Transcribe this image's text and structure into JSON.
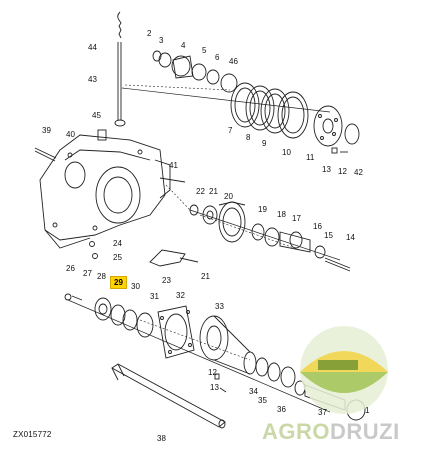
{
  "reference_code": "ZX015772",
  "highlighted_part": "29",
  "brand": {
    "part1": "AGRO",
    "part2": "DRUZI"
  },
  "colors": {
    "line": "#222222",
    "highlight": "#ffd200",
    "logo_green": "#9cc04a",
    "logo_yellow": "#f2d23a"
  },
  "callouts": {
    "c44": "44",
    "c43": "43",
    "c45": "45",
    "c40": "40",
    "c39": "39",
    "c2": "2",
    "c3": "3",
    "c4": "4",
    "c5": "5",
    "c6": "6",
    "c46": "46",
    "c7": "7",
    "c8": "8",
    "c9": "9",
    "c10": "10",
    "c11": "11",
    "c13": "13",
    "c12": "12",
    "c42": "42",
    "c41": "41",
    "c22": "22",
    "c21": "21",
    "c20": "20",
    "c19": "19",
    "c18": "18",
    "c17": "17",
    "c16": "16",
    "c15": "15",
    "c14": "14",
    "c24": "24",
    "c25": "25",
    "c23": "23",
    "c21b": "21",
    "c26": "26",
    "c27": "27",
    "c28": "28",
    "c30": "30",
    "c31": "31",
    "c32": "32",
    "c33": "33",
    "c34": "34",
    "c35": "35",
    "c36": "36",
    "c37": "37",
    "c38": "38",
    "c1": "1",
    "c12b": "12",
    "c13b": "13"
  }
}
